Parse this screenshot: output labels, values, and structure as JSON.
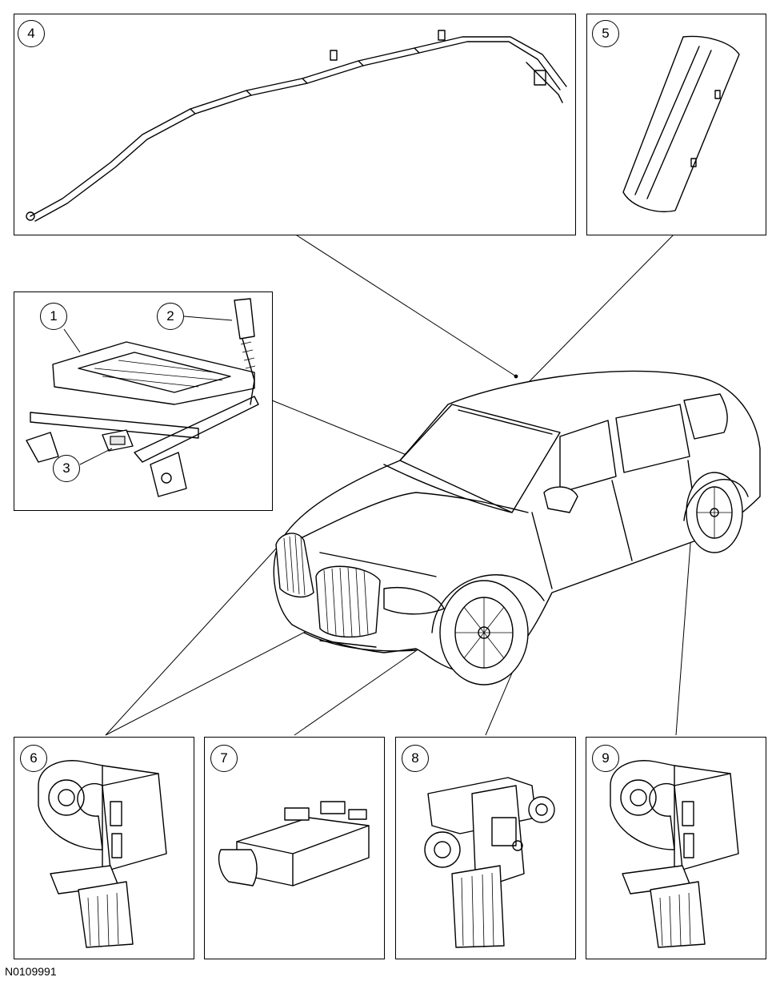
{
  "figure_id": "N0109991",
  "callouts": [
    "1",
    "2",
    "3",
    "4",
    "5",
    "6",
    "7",
    "8",
    "9"
  ]
}
